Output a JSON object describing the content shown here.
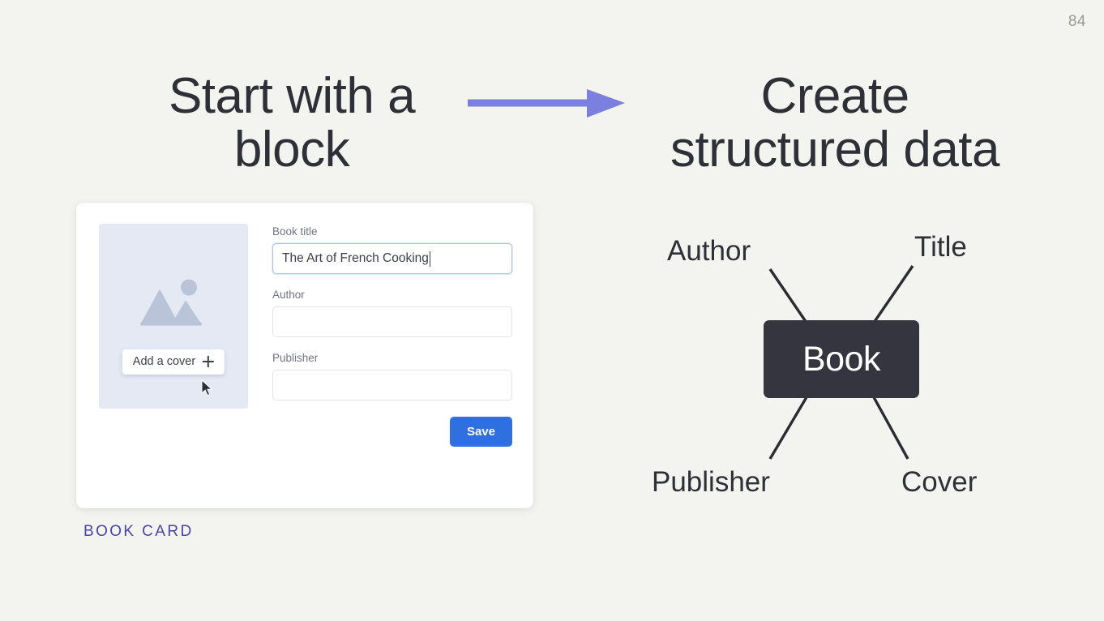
{
  "slide": {
    "page_number": "84",
    "background_color": "#f3f4ef",
    "accent_purple": "#7b7fdd",
    "caption_purple": "#4b44a8",
    "node_dark": "#35353f",
    "save_blue": "#2f6fe0"
  },
  "headings": {
    "left": "Start with a block",
    "right": "Create structured data"
  },
  "arrow": {
    "icon": "right-arrow-icon",
    "color": "#7b7fdd"
  },
  "card": {
    "caption": "BOOK CARD",
    "cover": {
      "icon": "image-placeholder-icon",
      "add_cover_label": "Add a cover",
      "plus_icon": "plus-icon"
    },
    "cursor_icon": "mouse-pointer-icon",
    "fields": [
      {
        "label": "Book title",
        "value": "The Art of French Cooking",
        "placeholder": "",
        "focused": true
      },
      {
        "label": "Author",
        "value": "",
        "placeholder": "",
        "focused": false
      },
      {
        "label": "Publisher",
        "value": "",
        "placeholder": "",
        "focused": false
      }
    ],
    "save_label": "Save"
  },
  "diagram": {
    "center_node": "Book",
    "branches": [
      {
        "label": "Author",
        "position": "top-left"
      },
      {
        "label": "Title",
        "position": "top-right"
      },
      {
        "label": "Publisher",
        "position": "bottom-left"
      },
      {
        "label": "Cover",
        "position": "bottom-right"
      }
    ]
  }
}
